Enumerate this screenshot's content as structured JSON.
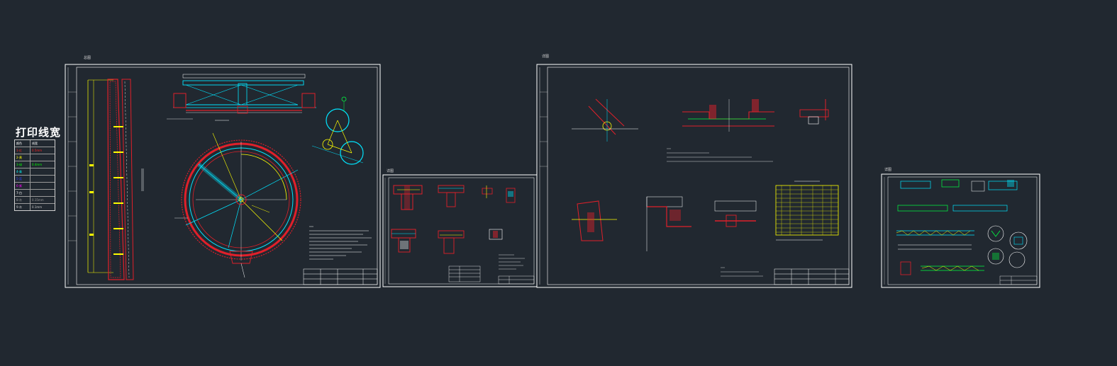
{
  "app": {
    "view": "model-space",
    "background_color": "#212830"
  },
  "legend": {
    "title": "打印线宽",
    "header": [
      "颜色",
      "线宽"
    ],
    "rows": [
      {
        "color_name": "1-红",
        "width": "0.5mm",
        "color": "#ff2020"
      },
      {
        "color_name": "2-黄",
        "width": "",
        "color": "#ffff00"
      },
      {
        "color_name": "3-绿",
        "width": "0.4mm",
        "color": "#00ff00"
      },
      {
        "color_name": "4-青",
        "width": "",
        "color": "#00ffff"
      },
      {
        "color_name": "5-蓝",
        "width": "",
        "color": "#3040ff"
      },
      {
        "color_name": "6-紫",
        "width": "",
        "color": "#ff00ff"
      },
      {
        "color_name": "7-白",
        "width": "",
        "color": "#ffffff"
      },
      {
        "color_name": "8-灰",
        "width": "0.15mm",
        "color": "#9a9a9a"
      },
      {
        "color_name": "9-灰",
        "width": "0.1mm",
        "color": "#c8c8c8"
      }
    ]
  },
  "sheets": [
    {
      "id": "sheet-1",
      "label": "总图",
      "description": "clarifier plan, elevation and wall section"
    },
    {
      "id": "sheet-2",
      "label": "详图",
      "description": "small detail drawings"
    },
    {
      "id": "sheet-3",
      "label": "详图",
      "description": "section details and rebar table"
    },
    {
      "id": "sheet-4",
      "label": "详图",
      "description": "beam and pipe details"
    }
  ],
  "colors": {
    "red": "#e0202a",
    "yellow": "#ffff00",
    "cyan": "#00e5ff",
    "green": "#00ff40",
    "white": "#ffffff",
    "grey": "#9a9a9a",
    "magenta": "#ff30ff"
  }
}
